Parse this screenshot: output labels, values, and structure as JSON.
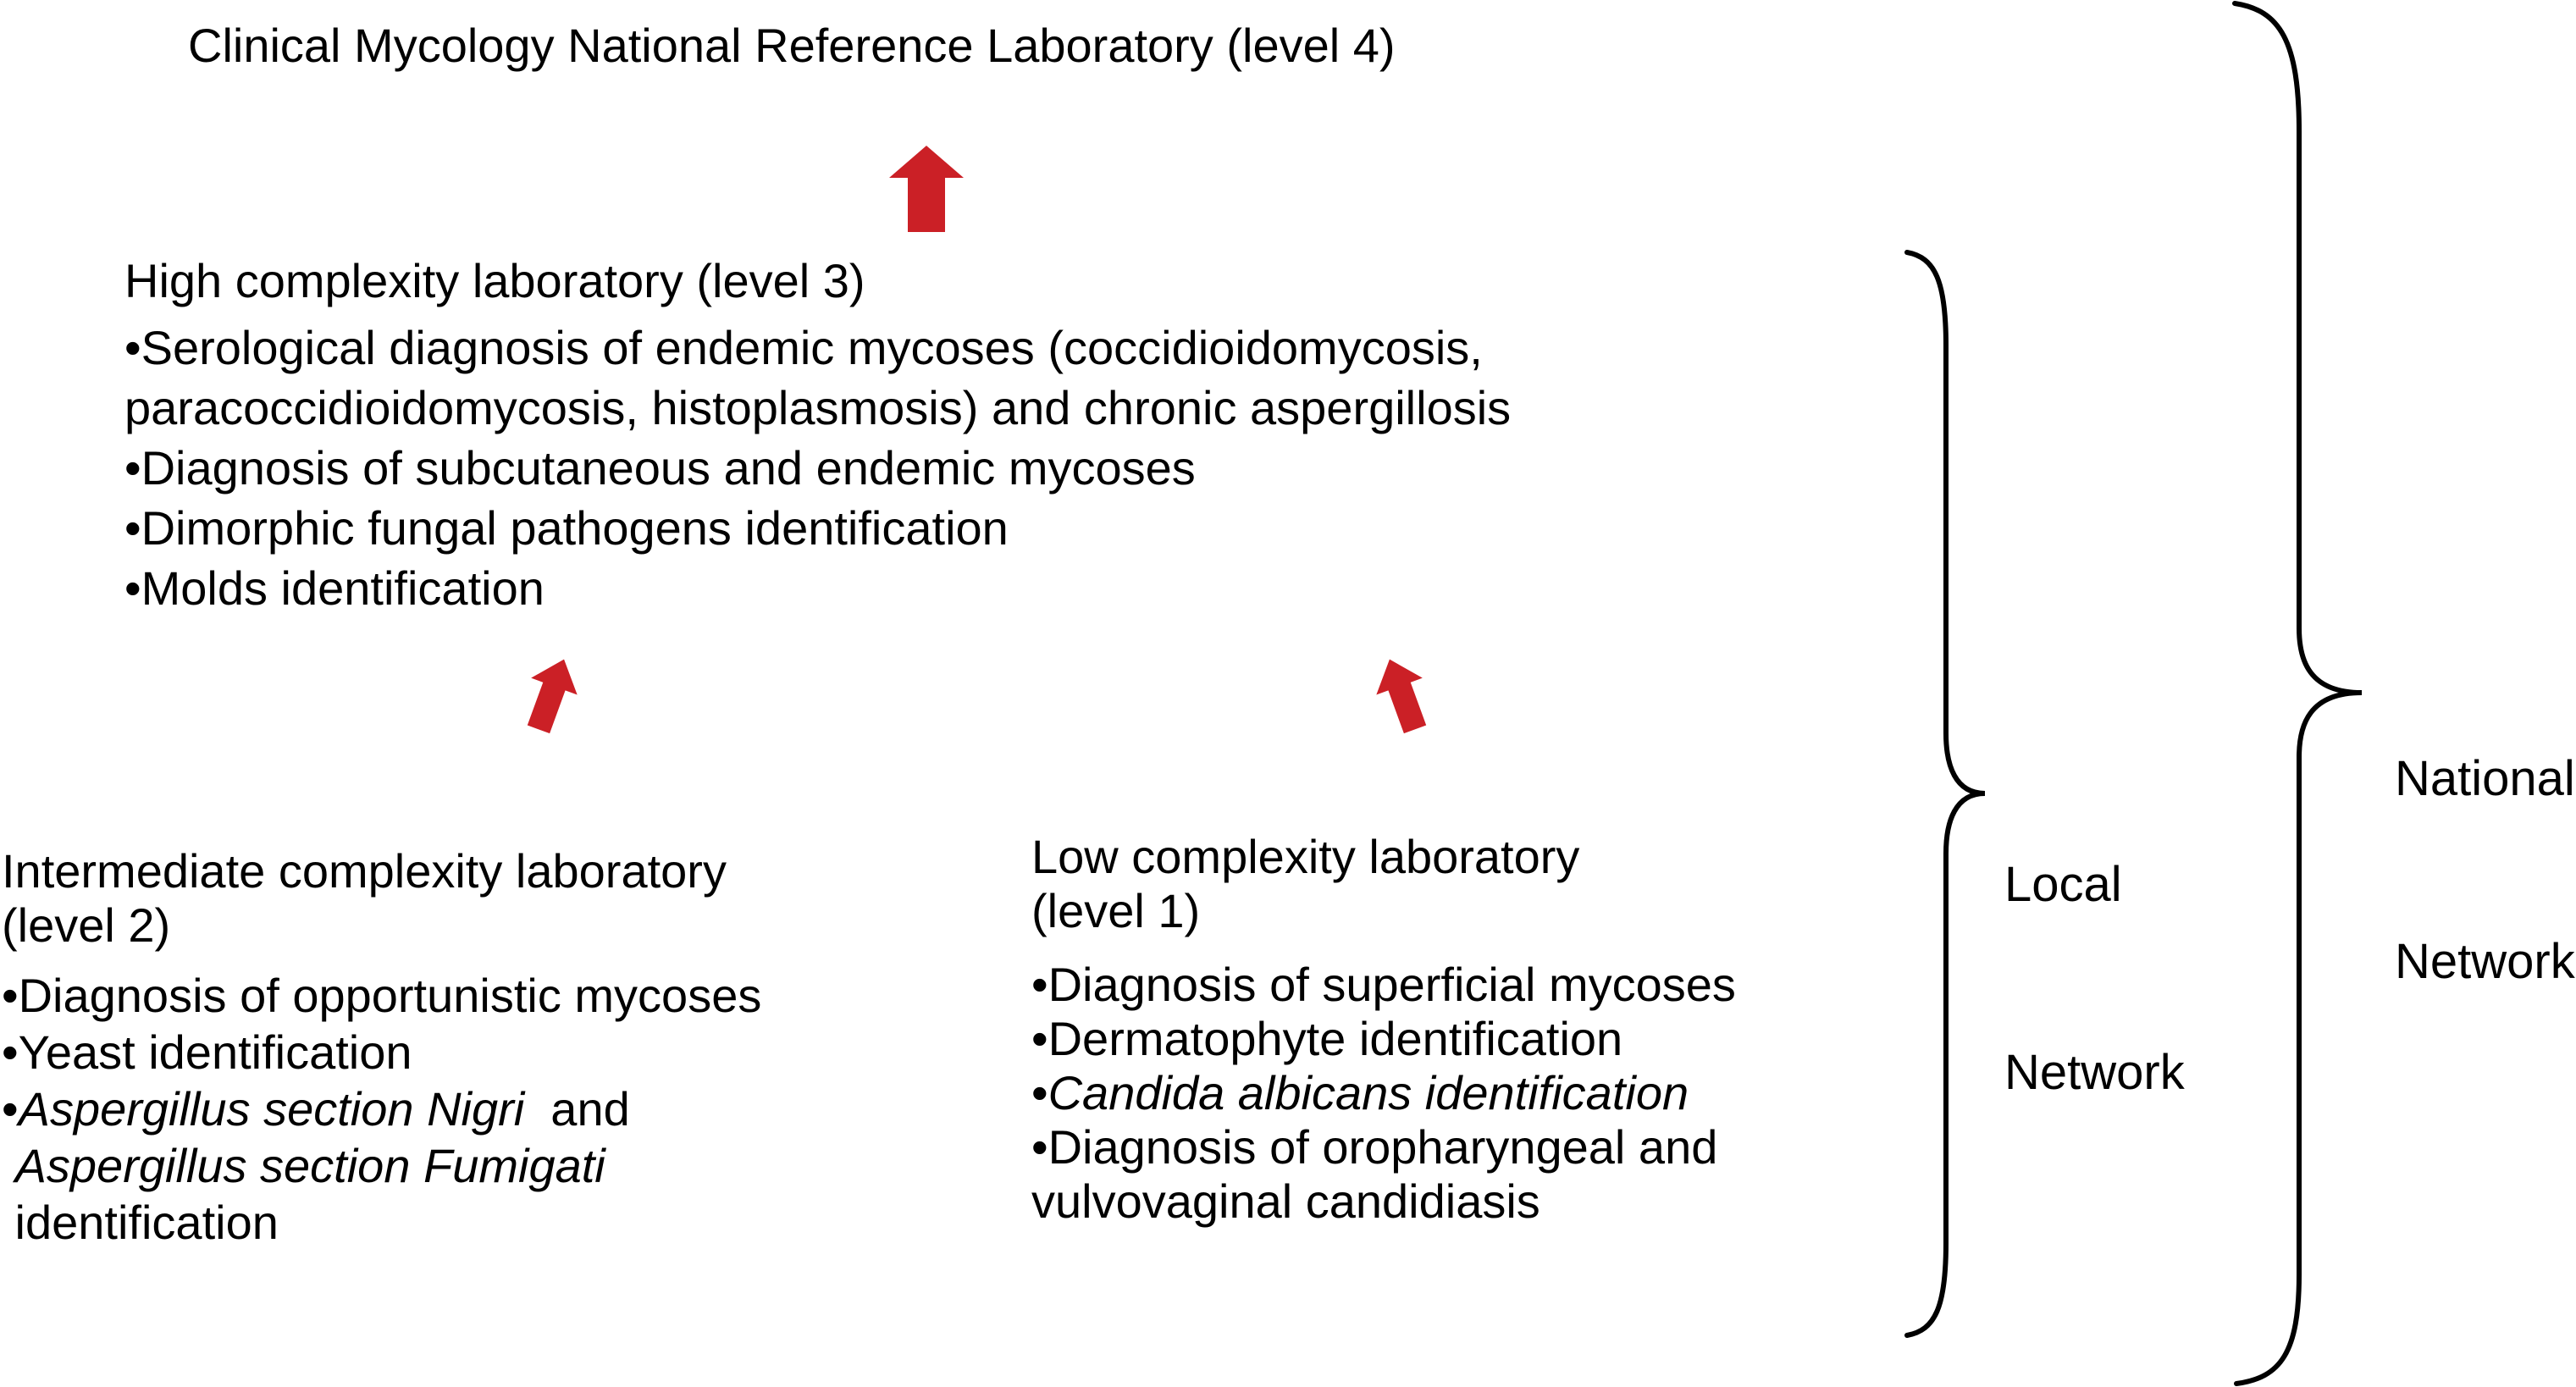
{
  "title": "Clinical Mycology National Reference Laboratory (level 4)",
  "colors": {
    "background": "#ffffff",
    "text": "#000000",
    "arrow_red": "#cb2026",
    "brace": "#000000"
  },
  "arrows": {
    "color": "#cb2026",
    "directions": [
      "up",
      "up-right",
      "up-left"
    ]
  },
  "level3": {
    "heading": "High complexity laboratory (level 3)",
    "lines": [
      [
        {
          "t": "•Serological diagnosis of endemic mycoses (coccidioidomycosis,",
          "i": false
        }
      ],
      [
        {
          "t": "paracoccidioidomycosis, histoplasmosis) and chronic aspergillosis",
          "i": false
        }
      ],
      [
        {
          "t": "•Diagnosis of subcutaneous and endemic mycoses",
          "i": false
        }
      ],
      [
        {
          "t": "•Dimorphic fungal pathogens identification",
          "i": false
        }
      ],
      [
        {
          "t": "•Molds identification",
          "i": false
        }
      ]
    ]
  },
  "level2": {
    "heading_line1": "Intermediate complexity laboratory",
    "heading_line2": "(level 2)",
    "lines": [
      [
        {
          "t": "•Diagnosis of opportunistic mycoses",
          "i": false
        }
      ],
      [
        {
          "t": "•Yeast identification",
          "i": false
        }
      ],
      [
        {
          "t": "•",
          "i": false
        },
        {
          "t": "Aspergillus section Nigri",
          "i": true
        },
        {
          "t": "  and",
          "i": false
        }
      ],
      [
        {
          "t": " ",
          "i": false
        },
        {
          "t": "Aspergillus section Fumigati",
          "i": true
        }
      ],
      [
        {
          "t": " identification",
          "i": false
        }
      ]
    ]
  },
  "level1": {
    "heading_line1": "Low complexity laboratory",
    "heading_line2": "(level 1)",
    "lines": [
      [
        {
          "t": "•Diagnosis of superficial mycoses",
          "i": false
        }
      ],
      [
        {
          "t": "•Dermatophyte identification",
          "i": false
        }
      ],
      [
        {
          "t": "•",
          "i": false
        },
        {
          "t": "Candida albicans identification",
          "i": true
        }
      ],
      [
        {
          "t": "•Diagnosis of oropharyngeal and",
          "i": false
        }
      ],
      [
        {
          "t": "vulvovaginal candidiasis",
          "i": false
        }
      ]
    ]
  },
  "labels": {
    "local_network_line1": "Local",
    "local_network_line2": "Network",
    "national_network_line1": "National",
    "national_network_line2": "Network"
  }
}
